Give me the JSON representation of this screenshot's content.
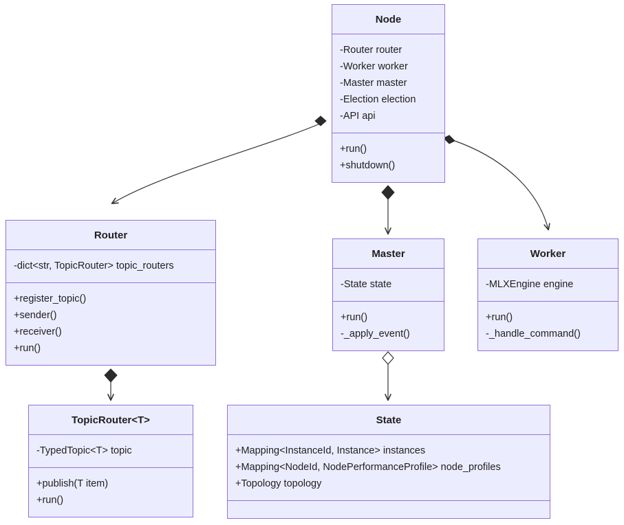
{
  "diagram": {
    "kind": "uml-class-diagram",
    "background": "#ffffff",
    "class_fill": "#ececff",
    "class_border": "#9370db",
    "edge_color": "#333333",
    "classes": [
      {
        "id": "node",
        "name": "Node",
        "attributes": [
          "-Router router",
          "-Worker worker",
          "-Master master",
          "-Election election",
          "-API api"
        ],
        "methods": [
          "+run()",
          "+shutdown()"
        ]
      },
      {
        "id": "router",
        "name": "Router",
        "attributes": [
          "-dict<str, TopicRouter> topic_routers"
        ],
        "methods": [
          "+register_topic()",
          "+sender()",
          "+receiver()",
          "+run()"
        ]
      },
      {
        "id": "master",
        "name": "Master",
        "attributes": [
          "-State state"
        ],
        "methods": [
          "+run()",
          "-_apply_event()"
        ]
      },
      {
        "id": "worker",
        "name": "Worker",
        "attributes": [
          "-MLXEngine engine"
        ],
        "methods": [
          "+run()",
          "-_handle_command()"
        ]
      },
      {
        "id": "topicrouter",
        "name": "TopicRouter<T>",
        "attributes": [
          "-TypedTopic<T> topic"
        ],
        "methods": [
          "+publish(T item)",
          "+run()"
        ]
      },
      {
        "id": "state",
        "name": "State",
        "attributes": [
          "+Mapping<InstanceId, Instance> instances",
          "+Mapping<NodeId, NodePerformanceProfile> node_profiles",
          "+Topology topology"
        ],
        "methods": []
      }
    ],
    "relations": [
      {
        "id": "node-router",
        "from": "Node",
        "to": "Router",
        "type": "composition",
        "source_marker": "filled-diamond",
        "target_marker": "open-arrow"
      },
      {
        "id": "node-master",
        "from": "Node",
        "to": "Master",
        "type": "composition",
        "source_marker": "filled-diamond",
        "target_marker": "open-arrow"
      },
      {
        "id": "node-worker",
        "from": "Node",
        "to": "Worker",
        "type": "composition",
        "source_marker": "filled-diamond",
        "target_marker": "open-arrow"
      },
      {
        "id": "router-topicrouter",
        "from": "Router",
        "to": "TopicRouter<T>",
        "type": "composition",
        "source_marker": "filled-diamond",
        "target_marker": "open-arrow"
      },
      {
        "id": "master-state",
        "from": "Master",
        "to": "State",
        "type": "aggregation",
        "source_marker": "hollow-diamond",
        "target_marker": "open-arrow"
      }
    ]
  }
}
